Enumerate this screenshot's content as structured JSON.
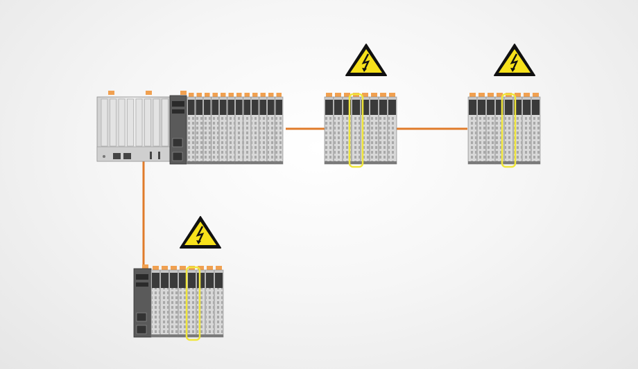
{
  "diagram": {
    "description_nodes": [
      {
        "id": "main-controller",
        "kind": "controller",
        "modules": 13,
        "highlighted_slot": null,
        "warning": false
      },
      {
        "id": "remote-station-top-middle",
        "kind": "io-station",
        "modules": 8,
        "highlighted_slot": 4,
        "warning": true
      },
      {
        "id": "remote-station-top-right",
        "kind": "io-station",
        "modules": 8,
        "highlighted_slot": 5,
        "warning": true
      },
      {
        "id": "remote-station-bottom",
        "kind": "io-station-with-coupler",
        "modules": 8,
        "highlighted_slot": 5,
        "warning": true
      }
    ],
    "connections": [
      {
        "from": "main-controller",
        "to": "remote-station-top-middle"
      },
      {
        "from": "remote-station-top-middle",
        "to": "remote-station-top-right"
      },
      {
        "from": "main-controller",
        "to": "remote-station-bottom"
      }
    ],
    "colors": {
      "cable": "#e07b2a",
      "highlight": "#f0e63c",
      "warning_fill": "#f7e11b",
      "module_light": "#d9d9d9",
      "module_dark": "#3a3a3a",
      "connector_orange": "#f0a050"
    },
    "icons": [
      "high-voltage-warning-icon",
      "high-voltage-warning-icon",
      "high-voltage-warning-icon"
    ]
  }
}
